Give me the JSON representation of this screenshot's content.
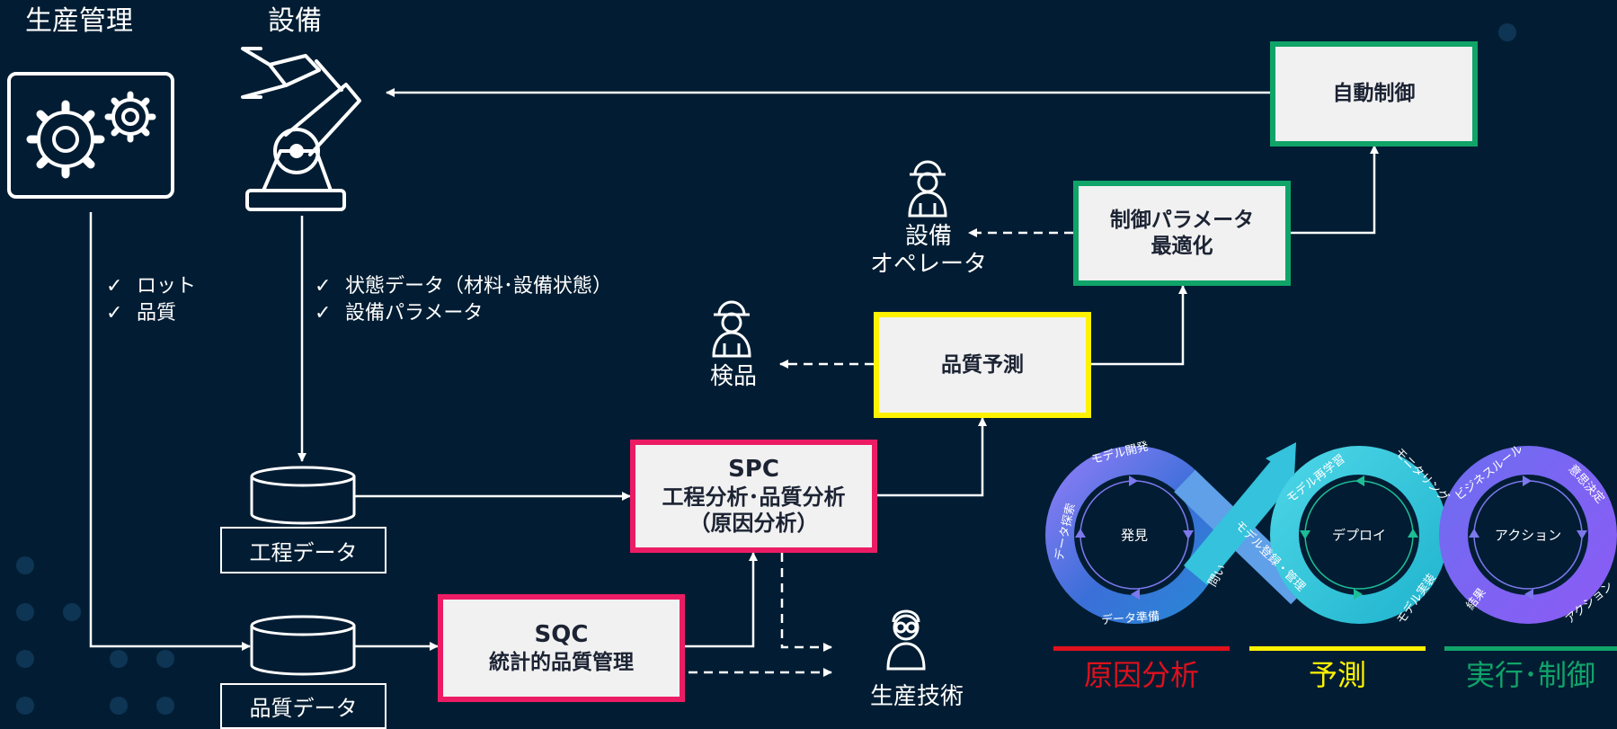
{
  "labels": {
    "production_mgmt": "生産管理",
    "equipment": "設備",
    "inspection": "検品",
    "operator_line1": "設備",
    "operator_line2": "オペレータ",
    "production_eng": "生産技術"
  },
  "checklists": {
    "production": [
      "ロット",
      "品質"
    ],
    "equipment": [
      "状態データ（材料･設備状態）",
      "設備パラメータ"
    ],
    "check_mark": "✓"
  },
  "boxes": {
    "auto_control": "自動制御",
    "param_opt_line1": "制御パラメータ",
    "param_opt_line2": "最適化",
    "quality_pred": "品質予測",
    "spc_line1": "SPC",
    "spc_line2": "工程分析･品質分析",
    "spc_line3": "（原因分析）",
    "sqc_line1": "SQC",
    "sqc_line2": "統計的品質管理"
  },
  "databases": {
    "process": "工程データ",
    "quality": "品質データ"
  },
  "cycle": {
    "center_left": "発見",
    "center_mid": "デプロイ",
    "center_right": "アクション",
    "labels": [
      "モデル開発",
      "データ探索",
      "データ準備",
      "問い",
      "モデル登録・管理",
      "モデル再学習",
      "モニタリング",
      "モデル実装",
      "ビジネスルール",
      "意思決定",
      "結果",
      "アクション"
    ]
  },
  "phases": [
    {
      "label": "原因分析",
      "color": "#e0101c"
    },
    {
      "label": "予測",
      "color": "#fff200"
    },
    {
      "label": "実行･制御",
      "color": "#10a469"
    }
  ],
  "colors": {
    "background": "#021d33",
    "green": "#10a469",
    "yellow": "#fff200",
    "pink": "#ec1c64",
    "box_fill": "#f1f1f1"
  }
}
